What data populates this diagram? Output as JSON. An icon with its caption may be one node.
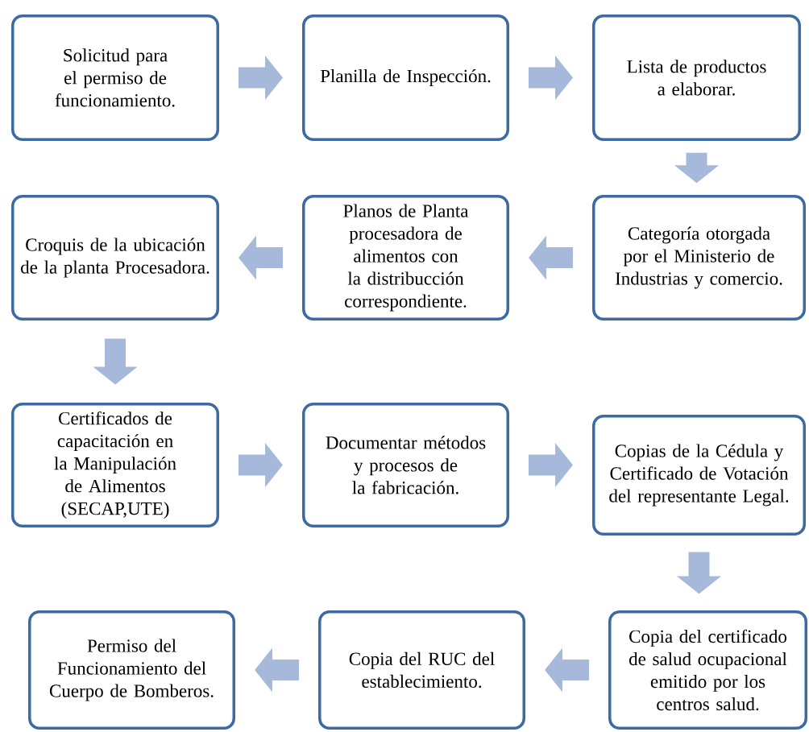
{
  "diagram": {
    "nodes": [
      {
        "text": [
          "Solicitud para el permiso de funcionamiento."
        ]
      },
      {
        "text": [
          "Planilla de Inspección."
        ]
      },
      {
        "text": [
          "Lista de productos a elaborar."
        ]
      },
      {
        "text": [
          "Croquis de la ubicación de la planta Procesadora."
        ]
      },
      {
        "text": [
          "Planos de Planta procesadora de alimentos con la distribucción correspondiente."
        ]
      },
      {
        "text": [
          "Categoría otorgada por el Ministerio de Industrias  y comercio."
        ]
      },
      {
        "text": [
          "Certificados de capacitación en la Manipulación de Alimentos (SECAP,UTE)"
        ]
      },
      {
        "text": [
          "Documentar métodos y procesos de la fabricación."
        ]
      },
      {
        "text": [
          "Copias de la Cédula y Certificado de Votación del representante Legal."
        ]
      },
      {
        "text": [
          "Permiso del Funcionamiento del Cuerpo de Bomberos."
        ]
      },
      {
        "text": [
          "Copia del RUC del establecimiento."
        ]
      },
      {
        "text": [
          "Copia del certificado de salud ocupacional emitido por los centros salud."
        ]
      }
    ],
    "edges": [
      {
        "from": 0,
        "to": 1,
        "arrow": "to"
      },
      {
        "from": 1,
        "to": 2,
        "arrow": "to"
      },
      {
        "from": 2,
        "to": 5,
        "arrow": "to"
      },
      {
        "from": 5,
        "to": 4,
        "arrow": "to"
      },
      {
        "from": 4,
        "to": 3,
        "arrow": "to"
      },
      {
        "from": 3,
        "to": 6,
        "arrow": "to"
      },
      {
        "from": 6,
        "to": 7,
        "arrow": "to"
      },
      {
        "from": 7,
        "to": 8,
        "arrow": "to"
      },
      {
        "from": 8,
        "to": 11,
        "arrow": "to"
      },
      {
        "from": 11,
        "to": 10,
        "arrow": "to"
      },
      {
        "from": 10,
        "to": 9,
        "arrow": "to"
      }
    ]
  }
}
